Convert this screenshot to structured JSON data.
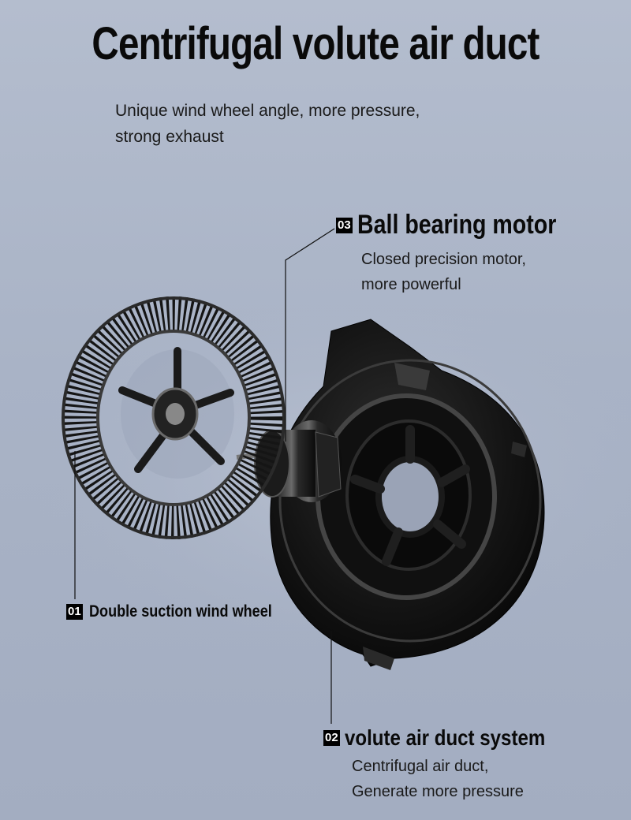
{
  "title": "Centrifugal volute air duct",
  "subtitle_lines": [
    "Unique wind wheel angle, more pressure,",
    "strong exhaust"
  ],
  "callouts": [
    {
      "number": "01",
      "name": "Double suction wind wheel",
      "desc_lines": []
    },
    {
      "number": "02",
      "name": "volute air duct system",
      "desc_lines": [
        "Centrifugal air duct,",
        "Generate more pressure"
      ]
    },
    {
      "number": "03",
      "name": "Ball bearing motor",
      "desc_lines": [
        "Closed precision motor,",
        "more powerful"
      ]
    }
  ],
  "icons": [
    "wind-wheel-illustration",
    "motor-illustration",
    "volute-housing-illustration"
  ]
}
